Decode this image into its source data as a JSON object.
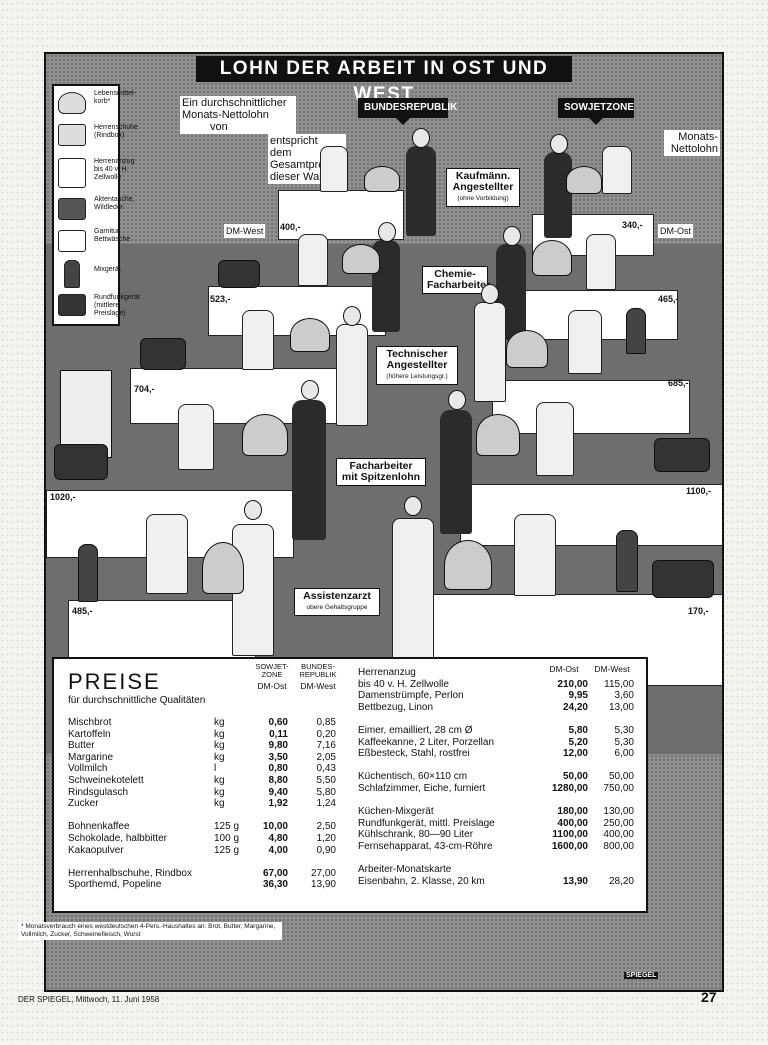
{
  "title": "LOHN DER ARBEIT IN OST UND WEST",
  "banner_west": "BUNDESREPUBLIK",
  "banner_east": "SOWJETZONE",
  "intro_left": [
    "Ein durchschnittlicher",
    "Monats-Nettolohn",
    "von"
  ],
  "intro_mid": [
    "entspricht",
    "dem Gesamtpreis",
    "dieser Waren"
  ],
  "intro_right": [
    "Monats-",
    "Nettolohn"
  ],
  "currency_west": "DM-West",
  "currency_east": "DM-Ost",
  "legend": [
    {
      "label": "Lebensmittel-korb*"
    },
    {
      "label": "Herrenschuhe (Rindbox)"
    },
    {
      "label": "Herrenanzug bis 40 v. H. Zellwolle"
    },
    {
      "label": "Aktentasche, Wildleder"
    },
    {
      "label": "Garnitur Bettwäsche"
    },
    {
      "label": "Mixgerät"
    },
    {
      "label": "Rundfunkgerät (mittlere Preislage)"
    }
  ],
  "occupations": [
    {
      "name": "Kaufmänn. Angestellter",
      "sub": "(ohne Vorbildung)",
      "west": "400,-",
      "east": "340,-"
    },
    {
      "name": "Chemie-Facharbeiter",
      "sub": "",
      "west": "523,-",
      "east": "465,-"
    },
    {
      "name": "Technischer Angestellter",
      "sub": "(höhere Leistungsgr.)",
      "west": "704,-",
      "east": "685,-"
    },
    {
      "name": "Facharbeiter mit Spitzenlohn",
      "sub": "",
      "west": "1020,-",
      "east": "1100,-"
    },
    {
      "name": "Assistenzarzt",
      "sub": "obere Gehaltsgruppe",
      "west": "485,-",
      "east": "170,-"
    }
  ],
  "prices": {
    "heading": "PREISE",
    "subheading": "für durchschnittliche Qualitäten",
    "col_east": [
      "SOWJET-",
      "ZONE",
      "DM-Ost"
    ],
    "col_west": [
      "BUNDES-",
      "REPUBLIK",
      "DM-West"
    ],
    "col_east_r": "DM-Ost",
    "col_west_r": "DM-West",
    "left": [
      {
        "item": "Mischbrot",
        "unit": "kg",
        "east": "0,60",
        "west": "0,85"
      },
      {
        "item": "Kartoffeln",
        "unit": "kg",
        "east": "0,11",
        "west": "0,20"
      },
      {
        "item": "Butter",
        "unit": "kg",
        "east": "9,80",
        "west": "7,16"
      },
      {
        "item": "Margarine",
        "unit": "kg",
        "east": "3,50",
        "west": "2,05"
      },
      {
        "item": "Vollmilch",
        "unit": "l",
        "east": "0,80",
        "west": "0,43"
      },
      {
        "item": "Schweinekotelett",
        "unit": "kg",
        "east": "8,80",
        "west": "5,50"
      },
      {
        "item": "Rindsgulasch",
        "unit": "kg",
        "east": "9,40",
        "west": "5,80"
      },
      {
        "item": "Zucker",
        "unit": "kg",
        "east": "1,92",
        "west": "1,24"
      },
      {
        "item": "",
        "unit": "",
        "east": "",
        "west": ""
      },
      {
        "item": "Bohnenkaffee",
        "unit": "125 g",
        "east": "10,00",
        "west": "2,50"
      },
      {
        "item": "Schokolade, halbbitter",
        "unit": "100 g",
        "east": "4,80",
        "west": "1,20"
      },
      {
        "item": "Kakaopulver",
        "unit": "125 g",
        "east": "4,00",
        "west": "0,90"
      },
      {
        "item": "",
        "unit": "",
        "east": "",
        "west": ""
      },
      {
        "item": "Herrenhalbschuhe, Rindbox",
        "unit": "",
        "east": "67,00",
        "west": "27,00"
      },
      {
        "item": "Sporthemd, Popeline",
        "unit": "",
        "east": "36,30",
        "west": "13,90"
      }
    ],
    "right": [
      {
        "item": "Herrenanzug",
        "east": "",
        "west": ""
      },
      {
        "item": "bis 40 v. H. Zellwolle",
        "east": "210,00",
        "west": "115,00"
      },
      {
        "item": "Damenstrümpfe, Perlon",
        "east": "9,95",
        "west": "3,60"
      },
      {
        "item": "Bettbezug, Linon",
        "east": "24,20",
        "west": "13,00"
      },
      {
        "item": "",
        "east": "",
        "west": ""
      },
      {
        "item": "Eimer, emailliert, 28 cm Ø",
        "east": "5,80",
        "west": "5,30"
      },
      {
        "item": "Kaffeekanne, 2 Liter, Porzellan",
        "east": "5,20",
        "west": "5,30"
      },
      {
        "item": "Eßbesteck, Stahl, rostfrei",
        "east": "12,00",
        "west": "6,00"
      },
      {
        "item": "",
        "east": "",
        "west": ""
      },
      {
        "item": "Küchentisch, 60×110 cm",
        "east": "50,00",
        "west": "50,00"
      },
      {
        "item": "Schlafzimmer, Eiche, furniert",
        "east": "1280,00",
        "west": "750,00"
      },
      {
        "item": "",
        "east": "",
        "west": ""
      },
      {
        "item": "Küchen-Mixgerät",
        "east": "180,00",
        "west": "130,00"
      },
      {
        "item": "Rundfunkgerät, mittl. Preislage",
        "east": "400,00",
        "west": "250,00"
      },
      {
        "item": "Kühlschrank, 80—90 Liter",
        "east": "1100,00",
        "west": "400,00"
      },
      {
        "item": "Fernsehapparat, 43-cm-Röhre",
        "east": "1600,00",
        "west": "800,00"
      },
      {
        "item": "",
        "east": "",
        "west": ""
      },
      {
        "item": "Arbeiter-Monatskarte",
        "east": "",
        "west": ""
      },
      {
        "item": "Eisenbahn, 2. Klasse, 20 km",
        "east": "13,90",
        "west": "28,20"
      }
    ]
  },
  "footnote": "* Monatsverbrauch eines westdeutschen 4-Pers.-Haushaltes an: Brot, Butter, Margarine, Vollmilch, Zucker, Schweinefleisch, Wurst",
  "brand": "SPIEGEL",
  "footer": "DER SPIEGEL, Mittwoch, 11. Juni 1958",
  "page_number": "27"
}
